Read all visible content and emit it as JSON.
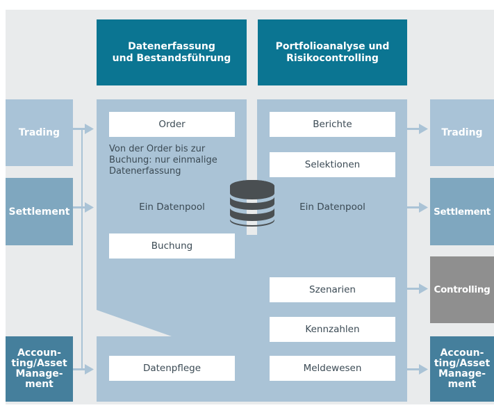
{
  "headers": {
    "left": "Datenerfassung\nund Bestandsführung",
    "right": "Portfolioanalyse und\nRisikocontrolling"
  },
  "left_sources": {
    "trading": "Trading",
    "settlement": "Settlement",
    "accounting": "Accoun-\nting/Asset\nManage-\nment"
  },
  "right_targets": {
    "trading": "Trading",
    "settlement": "Settlement",
    "controlling": "Controlling",
    "accounting": "Accoun-\nting/Asset\nManage-\nment"
  },
  "left_column": {
    "order": "Order",
    "order_note": "Von der Order bis zur\nBuchung: nur einmalige\nDatenerfassung",
    "pool": "Ein Datenpool",
    "booking": "Buchung",
    "maintenance": "Datenpflege"
  },
  "right_column": {
    "reports": "Berichte",
    "selections": "Selektionen",
    "pool": "Ein Datenpool",
    "scenarios": "Szenarien",
    "ratios": "Kennzahlen",
    "reporting": "Meldewesen"
  },
  "database_icon": "database-icon",
  "colors": {
    "background": "#e9ebec",
    "header": "#0b7592",
    "column": "#aac3d6",
    "tile_light": "#a9c3d7",
    "tile_mid": "#7fa7bf",
    "tile_dark": "#457f9c",
    "tile_gray": "#8f8f8f",
    "arrow": "#aac3d6",
    "database": "#4a4f52"
  }
}
